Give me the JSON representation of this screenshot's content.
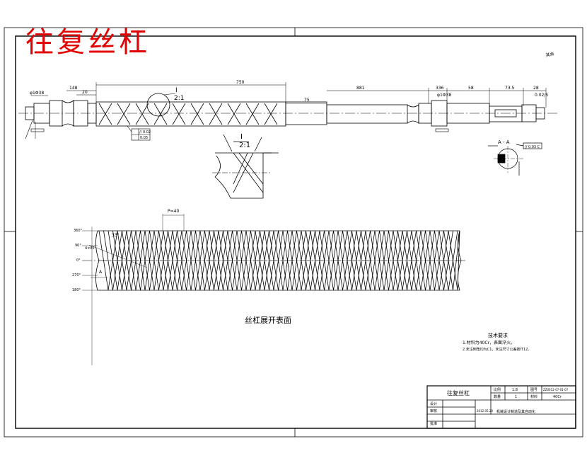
{
  "title_stamp": "往复丝杠",
  "corner_mark": "其余",
  "detail_view": {
    "label": "I",
    "scale": "2:1"
  },
  "section_view": {
    "label": "A - A"
  },
  "top_dimensions": {
    "left_fit": "φ1Φ38",
    "d_148": "148",
    "d_20": "20",
    "d_750": "750",
    "d_75": "75",
    "d_881": "881",
    "d_336": "336",
    "d_58": "58",
    "d_73": "73.5",
    "d_28": "28",
    "right_fit": "φ1Φ38",
    "far_right": "0.02/5"
  },
  "tolerance_frame": {
    "row1": "// 0.02",
    "row2": "0.05"
  },
  "section_frame": "// 0.03 C",
  "helix_labels": {
    "pitch": "P=40",
    "angle": "33°",
    "left_marks": [
      "360°",
      "90°",
      "0°",
      "270°",
      "180°"
    ],
    "callout": "A",
    "width": "4×85"
  },
  "surface_caption": "丝杠展开表面",
  "tech_notes": {
    "heading": "技术要求",
    "items": [
      "1.材料为40Cr，表面淬火。",
      "2.未注倒角均为C1，未注尺寸公差按IT12。"
    ]
  },
  "title_block": {
    "part_name": "往复丝杠",
    "labels": {
      "scale": "比例",
      "quantity": "数量",
      "sheet": "图号",
      "material": "材料",
      "drawn": "设计",
      "checked": "审核",
      "approved": "批准"
    },
    "values": {
      "scale": "1:8",
      "quantity": "1",
      "drawing_no": "ZZ0012-07-01-07",
      "material": "40Cr",
      "date": "2012.05.20",
      "school": "机械设计制造及其自动化"
    }
  }
}
